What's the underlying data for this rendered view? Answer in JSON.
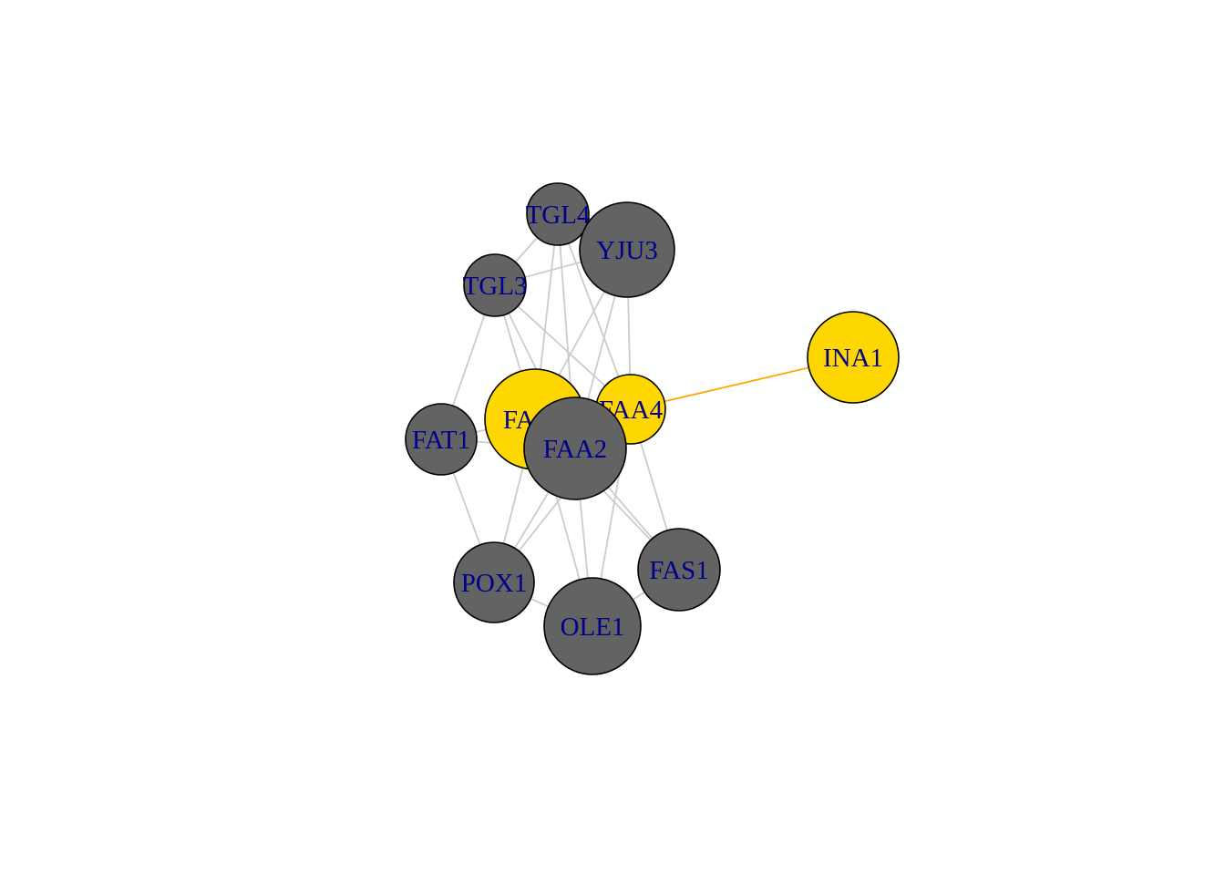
{
  "colors": {
    "background": "#ffffff",
    "edge_default": "#cccccc",
    "edge_highlight": "#ffa500",
    "node_highlight": "#ffd700",
    "node_default": "#636363",
    "label": "#00008b"
  },
  "nodes": [
    {
      "id": "TGL4",
      "label": "TGL4",
      "highlighted": false
    },
    {
      "id": "YJU3",
      "label": "YJU3",
      "highlighted": false
    },
    {
      "id": "TGL3",
      "label": "TGL3",
      "highlighted": false
    },
    {
      "id": "INA1",
      "label": "INA1",
      "highlighted": true
    },
    {
      "id": "FAA4",
      "label": "FAA4",
      "highlighted": true
    },
    {
      "id": "FAT1",
      "label": "FAT1",
      "highlighted": false
    },
    {
      "id": "FAA1",
      "label": "FAA1",
      "highlighted": true
    },
    {
      "id": "FAA2",
      "label": "FAA2",
      "highlighted": false
    },
    {
      "id": "FAS1",
      "label": "FAS1",
      "highlighted": false
    },
    {
      "id": "POX1",
      "label": "POX1",
      "highlighted": false
    },
    {
      "id": "OLE1",
      "label": "OLE1",
      "highlighted": false
    }
  ],
  "edges": [
    {
      "source": "TGL4",
      "target": "YJU3",
      "highlighted": false
    },
    {
      "source": "TGL4",
      "target": "TGL3",
      "highlighted": false
    },
    {
      "source": "TGL4",
      "target": "FAA1",
      "highlighted": false
    },
    {
      "source": "TGL4",
      "target": "FAA2",
      "highlighted": false
    },
    {
      "source": "TGL4",
      "target": "FAA4",
      "highlighted": false
    },
    {
      "source": "YJU3",
      "target": "TGL3",
      "highlighted": false
    },
    {
      "source": "YJU3",
      "target": "FAA1",
      "highlighted": false
    },
    {
      "source": "YJU3",
      "target": "FAA2",
      "highlighted": false
    },
    {
      "source": "YJU3",
      "target": "FAA4",
      "highlighted": false
    },
    {
      "source": "TGL3",
      "target": "FAT1",
      "highlighted": false
    },
    {
      "source": "TGL3",
      "target": "FAA1",
      "highlighted": false
    },
    {
      "source": "TGL3",
      "target": "FAA2",
      "highlighted": false
    },
    {
      "source": "TGL3",
      "target": "FAA4",
      "highlighted": false
    },
    {
      "source": "FAA4",
      "target": "INA1",
      "highlighted": true
    },
    {
      "source": "FAA4",
      "target": "FAA1",
      "highlighted": false
    },
    {
      "source": "FAA4",
      "target": "FAA2",
      "highlighted": false
    },
    {
      "source": "FAA4",
      "target": "FAS1",
      "highlighted": false
    },
    {
      "source": "FAA4",
      "target": "OLE1",
      "highlighted": false
    },
    {
      "source": "FAA4",
      "target": "POX1",
      "highlighted": false
    },
    {
      "source": "FAT1",
      "target": "FAA1",
      "highlighted": false
    },
    {
      "source": "FAT1",
      "target": "FAA2",
      "highlighted": false
    },
    {
      "source": "FAT1",
      "target": "POX1",
      "highlighted": false
    },
    {
      "source": "FAA1",
      "target": "FAA2",
      "highlighted": false
    },
    {
      "source": "FAA1",
      "target": "POX1",
      "highlighted": false
    },
    {
      "source": "FAA1",
      "target": "OLE1",
      "highlighted": false
    },
    {
      "source": "FAA1",
      "target": "FAS1",
      "highlighted": false
    },
    {
      "source": "FAA2",
      "target": "POX1",
      "highlighted": false
    },
    {
      "source": "FAA2",
      "target": "OLE1",
      "highlighted": false
    },
    {
      "source": "FAA2",
      "target": "FAS1",
      "highlighted": false
    },
    {
      "source": "POX1",
      "target": "OLE1",
      "highlighted": false
    },
    {
      "source": "OLE1",
      "target": "FAS1",
      "highlighted": false
    }
  ]
}
